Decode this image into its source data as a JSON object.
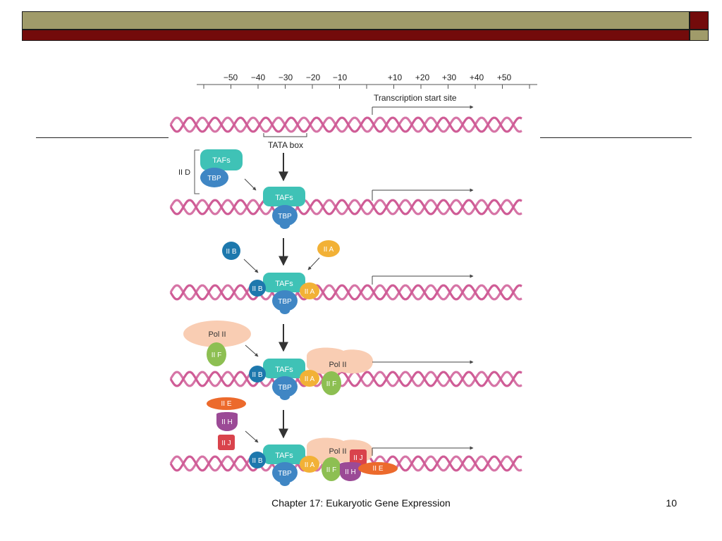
{
  "slide": {
    "footer_title": "Chapter 17: Eukaryotic Gene Expression",
    "page_number": "10"
  },
  "theme": {
    "olive": "#a09b6a",
    "maroon": "#730b0b",
    "dna": "#cf5c96",
    "tafs": "#3fc2b6",
    "tbp": "#3f86c4",
    "iib": "#1d78ad",
    "iia": "#f2b136",
    "polii": "#f9cdb3",
    "iif": "#8dbf52",
    "iie": "#ec6a2c",
    "iih": "#9b4a96",
    "iij": "#d9434c"
  },
  "diagram": {
    "scale_ticks": [
      "−50",
      "−40",
      "−30",
      "−20",
      "−10",
      "+10",
      "+20",
      "+30",
      "+40",
      "+50"
    ],
    "transcription_start_label": "Transcription start site",
    "tata_box_label": "TATA box",
    "iid_label": "II D",
    "tafs": "TAFs",
    "tbp": "TBP",
    "iib": "II B",
    "iia": "II A",
    "polii": "Pol II",
    "iif": "II F",
    "iie": "II E",
    "iih": "II H",
    "iij": "II J"
  }
}
